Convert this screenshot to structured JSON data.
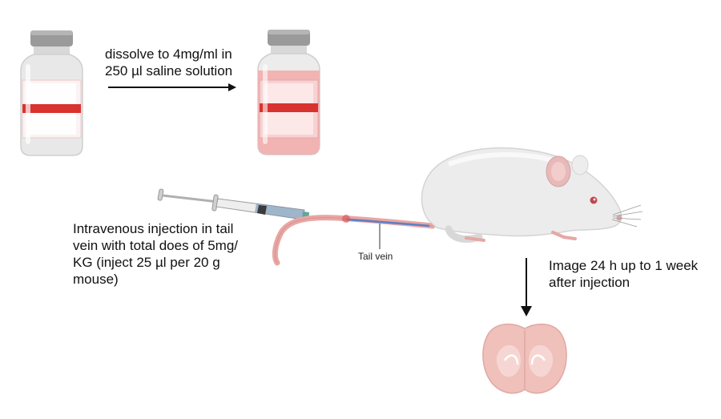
{
  "steps": {
    "dissolve": {
      "lines": [
        "dissolve to 4mg/ml in",
        "250 µl saline solution"
      ]
    },
    "injection": {
      "lines": [
        "Intravenous injection in tail",
        "vein with total does of 5mg/",
        "KG (inject 25 µl per 20 g",
        "mouse)"
      ]
    },
    "imaging": {
      "lines": [
        "Image 24 h up to 1 week",
        "after injection"
      ]
    }
  },
  "callouts": {
    "tail_vein": "Tail vein"
  },
  "colors": {
    "vial_cap": "#9a9a9a",
    "vial_glass": "#e8e8e8",
    "label_stripe": "#d9332f",
    "solution_pink": "#f2b3b3",
    "mouse_body": "#ececec",
    "tail_pink": "#e8a7a3",
    "vein_blue": "#5b7fc7",
    "brain_pink": "#f0c0bb",
    "arrow": "#111111"
  }
}
